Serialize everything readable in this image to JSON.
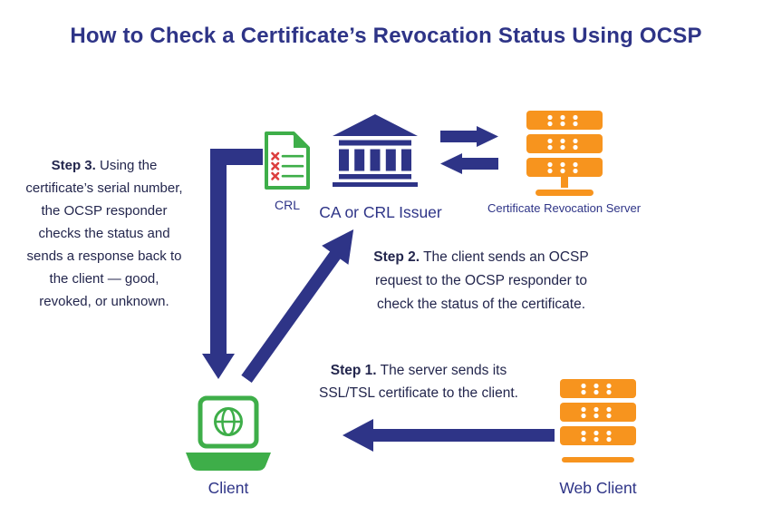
{
  "title": "How to Check a Certificate’s Revocation Status Using OCSP",
  "colors": {
    "navy": "#2E3487",
    "orange": "#F7941E",
    "green": "#3EAE49",
    "red": "#DC3E3E",
    "dark_text": "#23264D",
    "background": "#FFFFFF"
  },
  "nodes": {
    "crl": {
      "label": "CRL",
      "icon": "crl-document-icon"
    },
    "ca": {
      "label": "CA or CRL Issuer",
      "icon": "bank-icon"
    },
    "revocation_server": {
      "label": "Certificate Revocation Server",
      "icon": "server-rack-icon"
    },
    "client": {
      "label": "Client",
      "icon": "laptop-globe-icon"
    },
    "web_client": {
      "label": "Web Client",
      "icon": "server-rack-icon"
    }
  },
  "steps": {
    "step1": {
      "label": "Step 1.",
      "text": " The server sends its SSL/TSL certificate to the client."
    },
    "step2": {
      "label": "Step 2.",
      "text": " The client sends an OCSP request to the OCSP responder to check the status of the certificate."
    },
    "step3": {
      "label": "Step 3.",
      "text": " Using the certificate’s serial number, the OCSP responder checks the status and sends a response back to the client — good, revoked, or unknown."
    }
  },
  "arrows": [
    {
      "name": "ca-to-revocation-server-arrow",
      "direction": "right"
    },
    {
      "name": "revocation-server-to-ca-arrow",
      "direction": "left"
    },
    {
      "name": "ocsp-response-arrow",
      "direction": "down"
    },
    {
      "name": "ocsp-request-arrow",
      "direction": "up-right"
    },
    {
      "name": "certificate-to-client-arrow",
      "direction": "left"
    }
  ]
}
